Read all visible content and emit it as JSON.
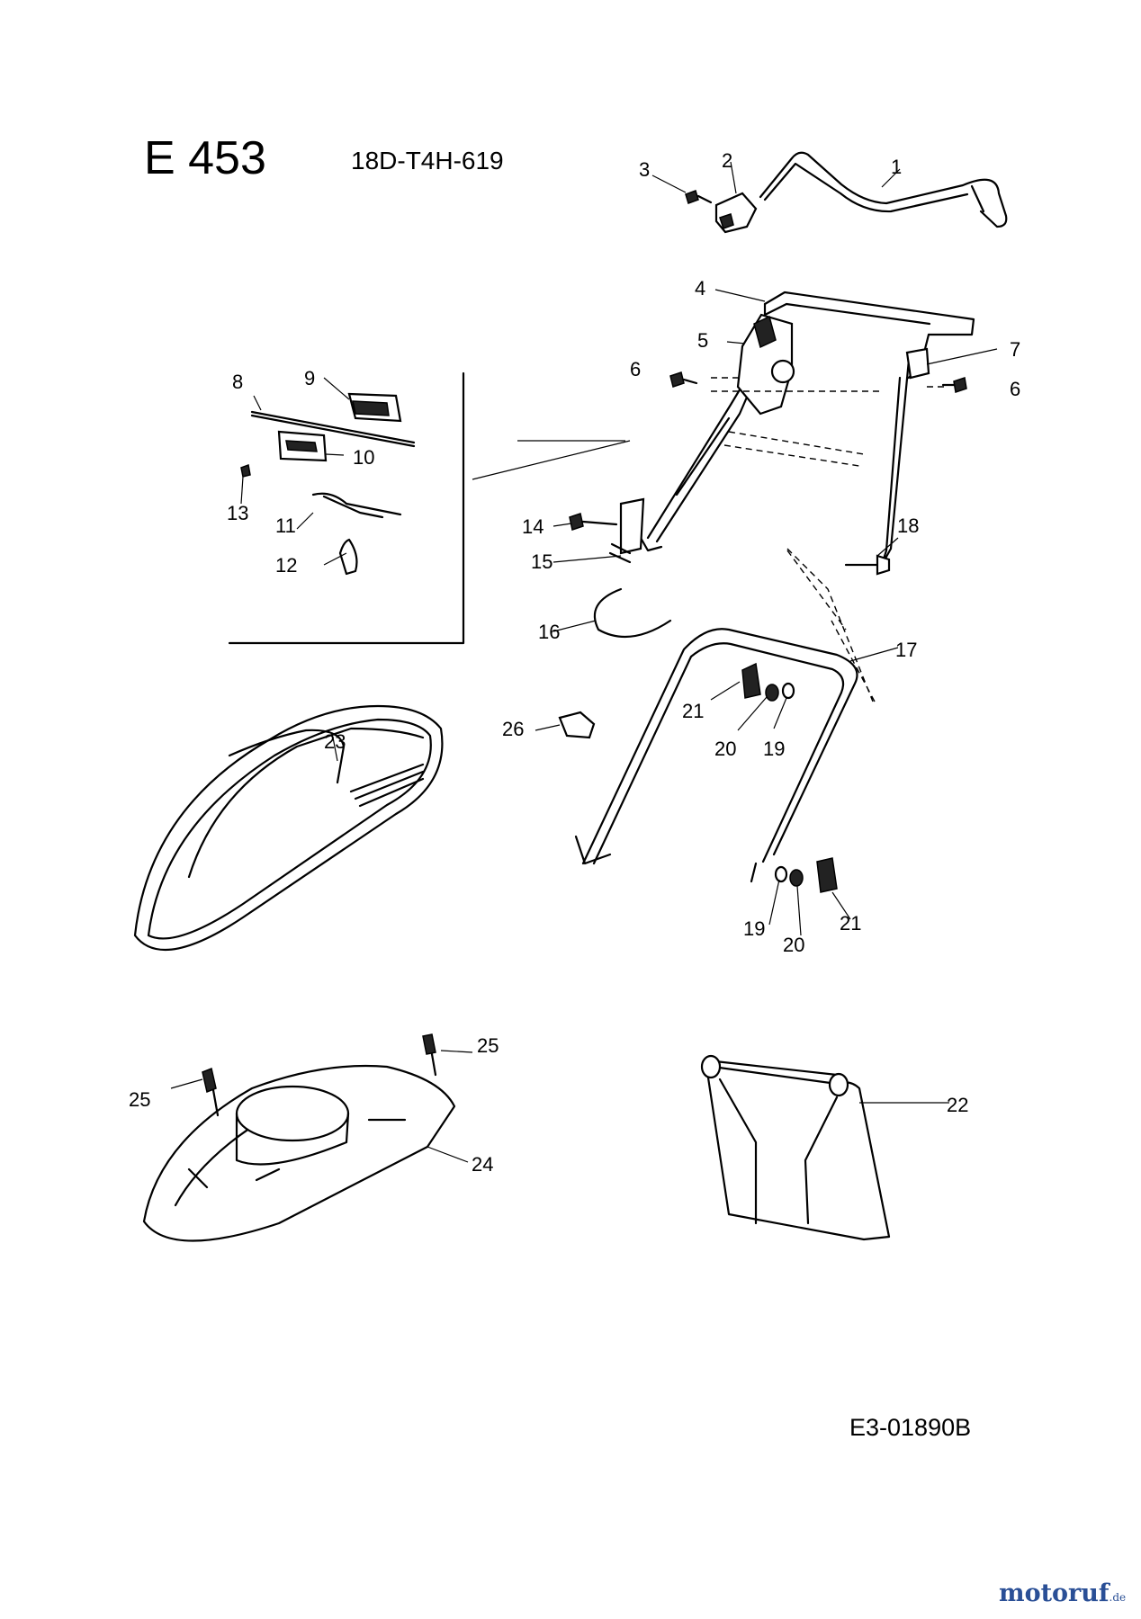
{
  "header": {
    "model_code": "E 453",
    "serial": "18D-T4H-619"
  },
  "footer": {
    "drawing_number": "E3-01890B",
    "logo_text": "motoruf",
    "logo_tld": ".de",
    "logo_color": "#2a4f96"
  },
  "callouts": {
    "c1": "1",
    "c2": "2",
    "c3": "3",
    "c4": "4",
    "c5": "5",
    "c6a": "6",
    "c6b": "6",
    "c7": "7",
    "c8": "8",
    "c9": "9",
    "c10": "10",
    "c11": "11",
    "c12": "12",
    "c13": "13",
    "c14": "14",
    "c15": "15",
    "c16": "16",
    "c17": "17",
    "c18": "18",
    "c19a": "19",
    "c19b": "19",
    "c20a": "20",
    "c20b": "20",
    "c21a": "21",
    "c21b": "21",
    "c22": "22",
    "c23": "23",
    "c24": "24",
    "c25a": "25",
    "c25b": "25",
    "c26": "26"
  }
}
